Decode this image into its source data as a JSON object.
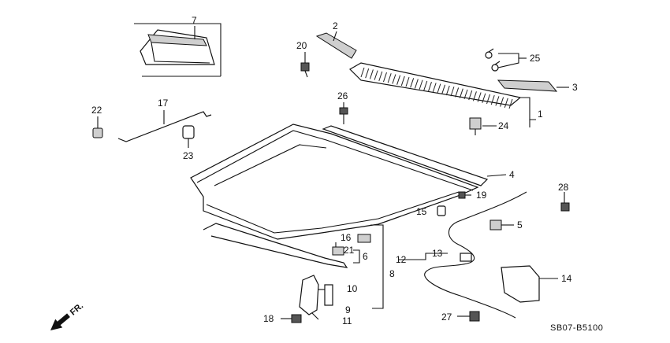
{
  "diagram": {
    "code": "SB07-B5100",
    "direction_label": "FR.",
    "callouts": [
      "1",
      "2",
      "3",
      "4",
      "5",
      "6",
      "7",
      "8",
      "9",
      "10",
      "11",
      "12",
      "13",
      "14",
      "15",
      "16",
      "17",
      "18",
      "19",
      "20",
      "21",
      "22",
      "23",
      "24",
      "25",
      "26",
      "27",
      "28"
    ]
  }
}
